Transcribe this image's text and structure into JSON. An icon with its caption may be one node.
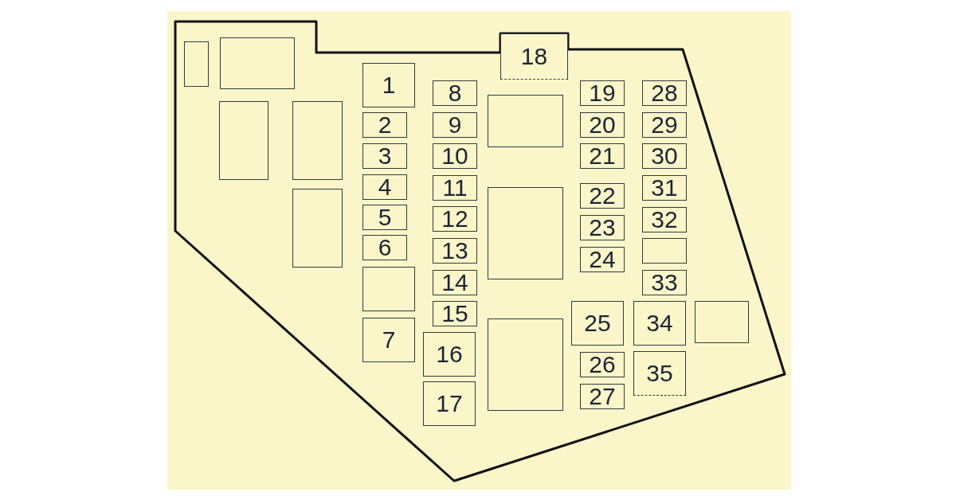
{
  "diagram": {
    "nodes": [
      {
        "text": [],
        "shape": "box"
      },
      {
        "text": [],
        "shape": "box"
      },
      {
        "text": [],
        "shape": "box"
      },
      {
        "text": [],
        "shape": "box"
      },
      {
        "text": [],
        "shape": "box"
      },
      {
        "text": [
          "1"
        ]
      },
      {
        "text": [
          "2"
        ]
      },
      {
        "text": [
          "3"
        ]
      },
      {
        "text": [
          "4"
        ]
      },
      {
        "text": [
          "5"
        ]
      },
      {
        "text": [
          "6"
        ]
      },
      {
        "text": [],
        "shape": "box"
      },
      {
        "text": [
          "7"
        ]
      },
      {
        "text": [
          "8"
        ]
      },
      {
        "text": [
          "9"
        ]
      },
      {
        "text": [
          "10"
        ]
      },
      {
        "text": [
          "11"
        ]
      },
      {
        "text": [
          "12"
        ]
      },
      {
        "text": [
          "13"
        ]
      },
      {
        "text": [
          "14"
        ]
      },
      {
        "text": [
          "15"
        ]
      },
      {
        "text": [
          "16"
        ]
      },
      {
        "text": [
          "17"
        ]
      },
      {
        "text": [
          "18"
        ]
      },
      {
        "text": [],
        "shape": "box"
      },
      {
        "text": [],
        "shape": "box"
      },
      {
        "text": [],
        "shape": "box"
      },
      {
        "text": [
          "19"
        ]
      },
      {
        "text": [
          "20"
        ]
      },
      {
        "text": [
          "21"
        ]
      },
      {
        "text": [
          "22"
        ]
      },
      {
        "text": [
          "23"
        ]
      },
      {
        "text": [
          "24"
        ]
      },
      {
        "text": [
          "25"
        ]
      },
      {
        "text": [
          "26"
        ]
      },
      {
        "text": [
          "27"
        ]
      },
      {
        "text": [
          "28"
        ]
      },
      {
        "text": [
          "29"
        ]
      },
      {
        "text": [
          "30"
        ]
      },
      {
        "text": [
          "31"
        ]
      },
      {
        "text": [
          "32"
        ]
      },
      {
        "text": [],
        "shape": "box"
      },
      {
        "text": [
          "33"
        ]
      },
      {
        "text": [
          "34"
        ]
      },
      {
        "text": [
          "35"
        ]
      },
      {
        "text": [],
        "shape": "box"
      }
    ]
  }
}
